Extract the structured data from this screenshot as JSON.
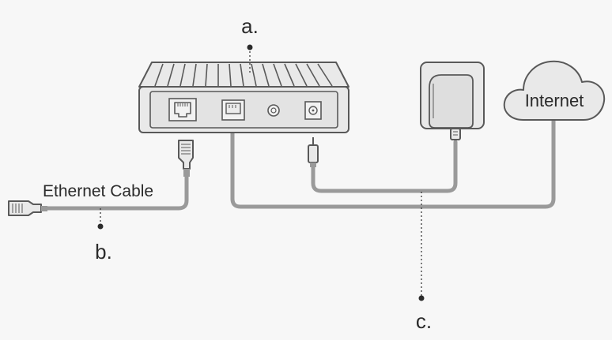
{
  "labels": {
    "a": "a.",
    "b": "b.",
    "c": "c.",
    "ethernet_cable": "Ethernet Cable",
    "internet": "Internet"
  },
  "colors": {
    "background": "#f7f7f7",
    "device_fill": "#e9e9e9",
    "outline": "#595959",
    "cable": "#9a9a9a",
    "text": "#2b2b2b"
  },
  "icons": [
    "modem-device",
    "ethernet-port-icon",
    "power-button-icon",
    "power-jack-icon",
    "power-adapter",
    "internet-cloud",
    "rj45-connector"
  ]
}
